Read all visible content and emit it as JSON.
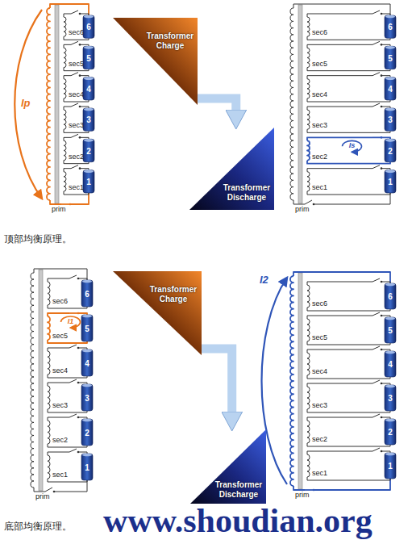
{
  "diagram": {
    "nodes": [
      {
        "text": [
          "Transformer Charge"
        ]
      },
      {
        "text": [
          "Transformer Discharge"
        ]
      },
      {
        "text": [
          "Transformer Charge"
        ]
      },
      {
        "text": [
          "Transformer Discharge"
        ]
      }
    ],
    "edges": [
      {
        "from": 0,
        "to": 1,
        "arrow": "to"
      },
      {
        "from": 2,
        "to": 3,
        "arrow": "to"
      }
    ],
    "labels": [
      "Ip",
      "sec6",
      "sec5",
      "sec4",
      "sec3",
      "sec2",
      "sec1",
      "prim",
      "6",
      "5",
      "4",
      "3",
      "2",
      "1",
      "sec6",
      "sec5",
      "sec4",
      "sec3",
      "sec2",
      "sec1",
      "prim",
      "6",
      "5",
      "4",
      "3",
      "2",
      "1",
      "Is",
      "顶部均衡原理。",
      "sec6",
      "sec5",
      "sec4",
      "sec3",
      "sec2",
      "sec1",
      "prim",
      "6",
      "5",
      "4",
      "3",
      "2",
      "1",
      "I1",
      "I2",
      "sec6",
      "sec5",
      "sec4",
      "sec3",
      "sec2",
      "sec1",
      "prim",
      "6",
      "5",
      "4",
      "3",
      "2",
      "1",
      "底部均衡原理。",
      "www.shoudian.org"
    ]
  }
}
